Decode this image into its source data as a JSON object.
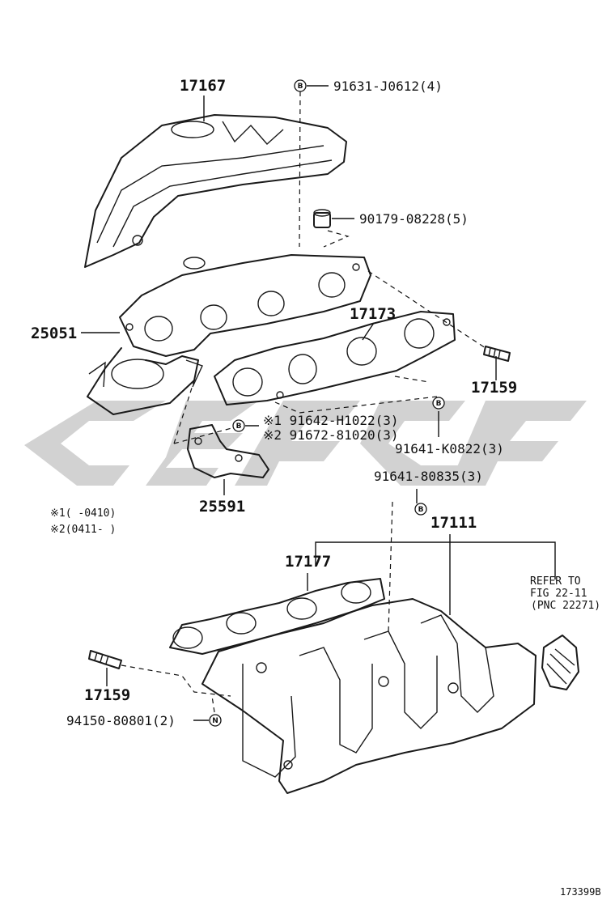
{
  "diagram": {
    "figure_id": "173399B",
    "callouts": {
      "heat_insulator": "17167",
      "bolt_b": "91631-J0612(4)",
      "nut": "90179-08228(5)",
      "exhaust_manifold": "25051",
      "exhaust_gasket": "17173",
      "stud_right": "17159",
      "bolt_marked_1": "※1 91642-H1022(3)",
      "bolt_marked_2": "※2 91672-81020(3)",
      "bolt_right": "91641-K0822(3)",
      "bracket": "25591",
      "bolt_upper": "91641-80835(3)",
      "note_1": "※1(    -0410)",
      "note_2": "※2(0411-    )",
      "intake_manifold": "17111",
      "intake_gasket": "17177",
      "refer_line1": "REFER TO",
      "refer_line2": "FIG 22-11",
      "refer_line3": "(PNC 22271)",
      "stud_left": "17159",
      "nut_n": "94150-80801(2)"
    },
    "badges": {
      "b": "B",
      "n": "N"
    }
  }
}
